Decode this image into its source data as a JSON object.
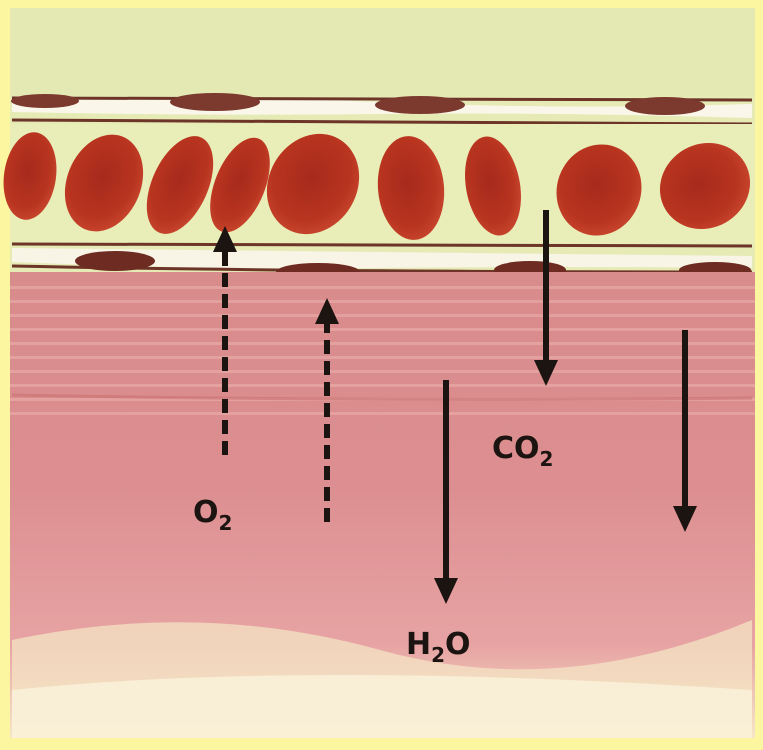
{
  "colors": {
    "background": "#fdf6a0",
    "serum": "#e8ecb4",
    "red_cell": "#b8341f",
    "endothelium": "#7c3a2e",
    "tissue": "#d98c8c",
    "arrow": "#1b1411"
  },
  "labels": {
    "o2": "O",
    "o2_sub": "2",
    "co2": "CO",
    "co2_sub": "2",
    "h2o_h": "H",
    "h2o_sub": "2",
    "h2o_o": "O"
  },
  "arrows": [
    {
      "name": "o2-up-arrow",
      "style": "dashed",
      "direction": "up"
    },
    {
      "name": "second-up-arrow",
      "style": "dashed",
      "direction": "up"
    },
    {
      "name": "h2o-down-arrow",
      "style": "solid",
      "direction": "down"
    },
    {
      "name": "co2-down-arrow",
      "style": "solid",
      "direction": "down"
    },
    {
      "name": "right-down-arrow",
      "style": "solid",
      "direction": "down"
    }
  ]
}
